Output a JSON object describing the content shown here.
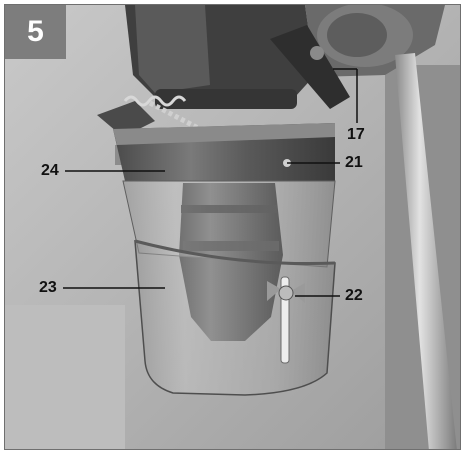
{
  "figure": {
    "number": "5",
    "callouts": {
      "c17": "17",
      "c21": "21",
      "c22": "22",
      "c23": "23",
      "c24": "24"
    }
  }
}
